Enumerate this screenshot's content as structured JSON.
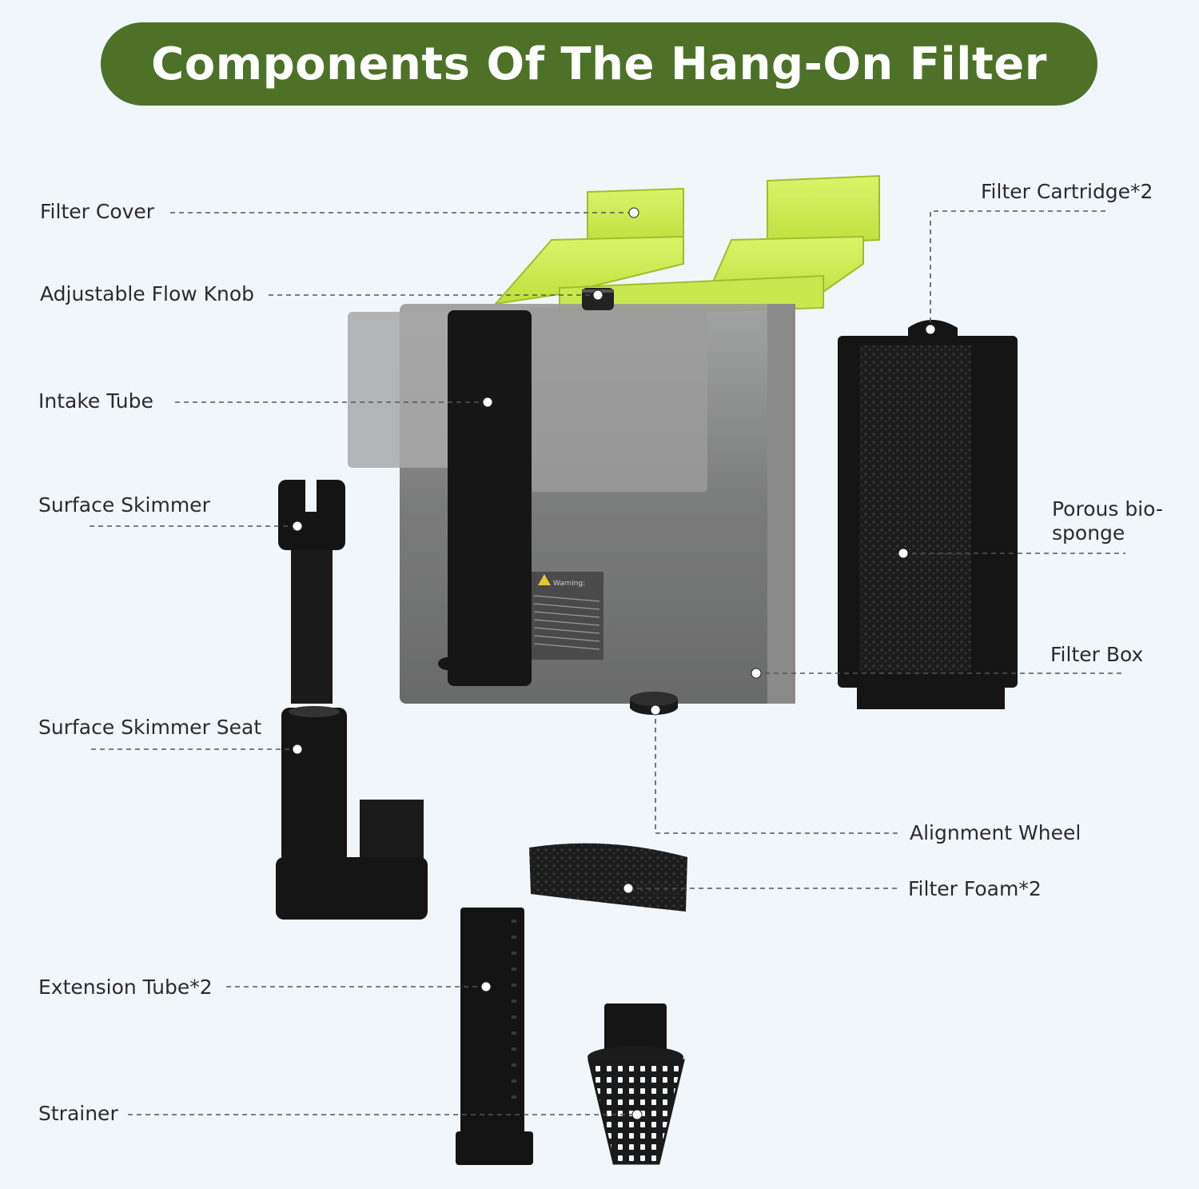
{
  "header": {
    "title": "Components Of The Hang-On Filter"
  },
  "labels": {
    "filter_cover": "Filter Cover",
    "flow_knob": "Adjustable Flow Knob",
    "intake_tube": "Intake Tube",
    "surface_skimmer": "Surface Skimmer",
    "skimmer_seat": "Surface Skimmer Seat",
    "extension_tube": "Extension Tube*2",
    "strainer": "Strainer",
    "filter_cartridge": "Filter Cartridge*2",
    "bio_sponge": "Porous bio-sponge",
    "filter_box": "Filter Box",
    "alignment_wheel": "Alignment Wheel",
    "filter_foam": "Filter Foam*2"
  },
  "warning": {
    "heading": "Warning:"
  },
  "colors": {
    "banner": "#4d7227",
    "lid": "#d4ee5a",
    "box": "#6b6b6b",
    "black": "#151515",
    "background": "#f1f6fb"
  }
}
